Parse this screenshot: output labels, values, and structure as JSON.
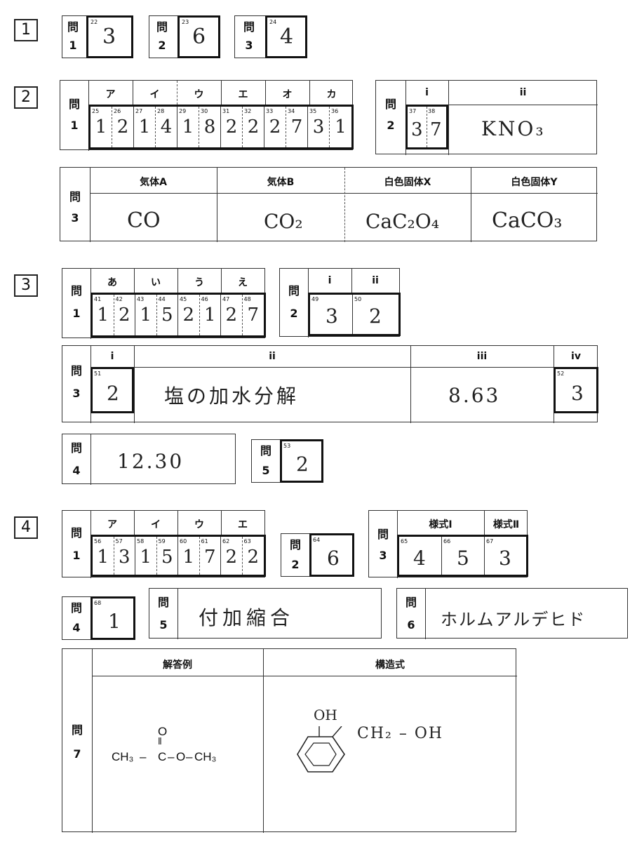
{
  "mon": "問",
  "sections": [
    {
      "id": "1",
      "questions": [
        {
          "num": "1",
          "code": "22",
          "answer": "3"
        },
        {
          "num": "2",
          "code": "23",
          "answer": "6"
        },
        {
          "num": "3",
          "code": "24",
          "answer": "4"
        }
      ]
    },
    {
      "id": "2",
      "q1": {
        "num": "1",
        "headers": [
          "ア",
          "イ",
          "ウ",
          "エ",
          "オ",
          "カ"
        ],
        "codes": [
          "25",
          "26",
          "27",
          "28",
          "29",
          "30",
          "31",
          "32",
          "33",
          "34",
          "35",
          "36"
        ],
        "digits": [
          "1",
          "2",
          "1",
          "4",
          "1",
          "8",
          "2",
          "2",
          "2",
          "7",
          "3",
          "1"
        ]
      },
      "q2": {
        "num": "2",
        "headers": [
          "i",
          "ii"
        ],
        "codes": [
          "37",
          "38"
        ],
        "digits": [
          "3",
          "7"
        ],
        "text": "KNO₃"
      },
      "q3": {
        "num": "3",
        "headers": [
          "気体A",
          "気体B",
          "白色固体X",
          "白色固体Y"
        ],
        "answers": [
          "CO",
          "CO₂",
          "CaC₂O₄",
          "CaCO₃"
        ]
      }
    },
    {
      "id": "3",
      "q1": {
        "num": "1",
        "headers": [
          "あ",
          "い",
          "う",
          "え"
        ],
        "codes": [
          "41",
          "42",
          "43",
          "44",
          "45",
          "46",
          "47",
          "48"
        ],
        "digits": [
          "1",
          "2",
          "1",
          "5",
          "2",
          "1",
          "2",
          "7"
        ]
      },
      "q2": {
        "num": "2",
        "headers": [
          "i",
          "ii"
        ],
        "codes": [
          "49",
          "50"
        ],
        "answers": [
          "3",
          "2"
        ]
      },
      "q3": {
        "num": "3",
        "headers": [
          "i",
          "ii",
          "iii",
          "iv"
        ],
        "codes": [
          "51",
          "52"
        ],
        "answers": [
          "2",
          "塩の加水分解",
          "8.63",
          "3"
        ]
      },
      "q4": {
        "num": "4",
        "answer": "12.30"
      },
      "q5": {
        "num": "5",
        "code": "53",
        "answer": "2"
      }
    },
    {
      "id": "4",
      "q1": {
        "num": "1",
        "headers": [
          "ア",
          "イ",
          "ウ",
          "エ"
        ],
        "codes": [
          "56",
          "57",
          "58",
          "59",
          "60",
          "61",
          "62",
          "63"
        ],
        "digits": [
          "1",
          "3",
          "1",
          "5",
          "1",
          "7",
          "2",
          "2"
        ]
      },
      "q2": {
        "num": "2",
        "code": "64",
        "answer": "6"
      },
      "q3": {
        "num": "3",
        "headers": [
          "様式Ⅰ",
          "様式Ⅱ"
        ],
        "codes": [
          "65",
          "66",
          "67"
        ],
        "answers": [
          "4",
          "5",
          "3"
        ]
      },
      "q4": {
        "num": "4",
        "code": "68",
        "answer": "1"
      },
      "q5": {
        "num": "5",
        "answer": "付加縮合"
      },
      "q6": {
        "num": "6",
        "answer": "ホルムアルデヒド"
      },
      "q7": {
        "num": "7",
        "headers": [
          "解答例",
          "構造式"
        ],
        "example": {
          "o": "O",
          "left": "CH₃",
          "c": "C",
          "mid": "O",
          "right": "CH₃"
        },
        "structure": {
          "oh": "OH",
          "chain": "CH₂ – OH"
        }
      }
    }
  ]
}
